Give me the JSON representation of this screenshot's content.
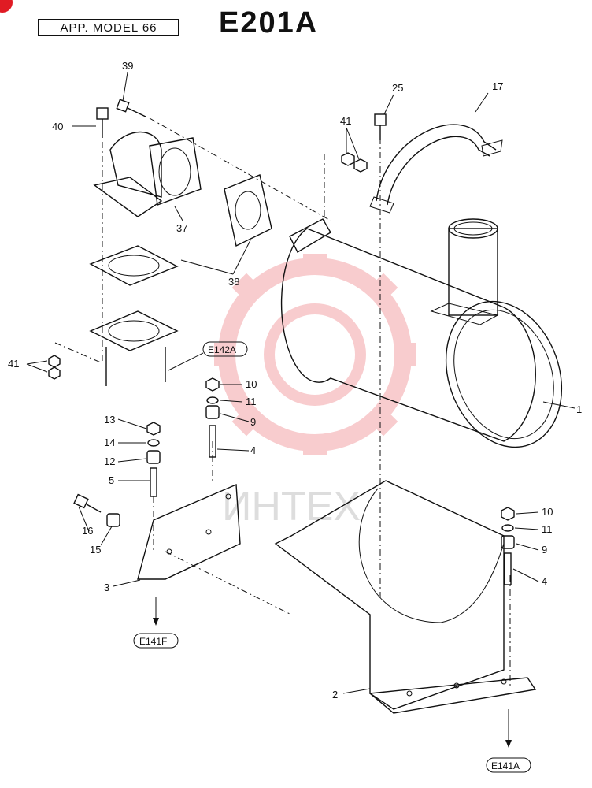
{
  "header": {
    "model_label": "APP. MODEL 66",
    "diagram_code": "E201A"
  },
  "watermark": {
    "text": "ИНТЕХ",
    "color": "#e01b24"
  },
  "part_numbers": {
    "p1": "1",
    "p2": "2",
    "p3": "3",
    "p4a": "4",
    "p4b": "4",
    "p5": "5",
    "p9a": "9",
    "p9b": "9",
    "p10a": "10",
    "p10b": "10",
    "p11a": "11",
    "p11b": "11",
    "p12": "12",
    "p13": "13",
    "p14": "14",
    "p15": "15",
    "p16": "16",
    "p17": "17",
    "p25": "25",
    "p37": "37",
    "p38": "38",
    "p39": "39",
    "p40": "40",
    "p41a": "41",
    "p41b": "41"
  },
  "references": {
    "e142a": "E142A",
    "e141f": "E141F",
    "e141a": "E141A"
  }
}
